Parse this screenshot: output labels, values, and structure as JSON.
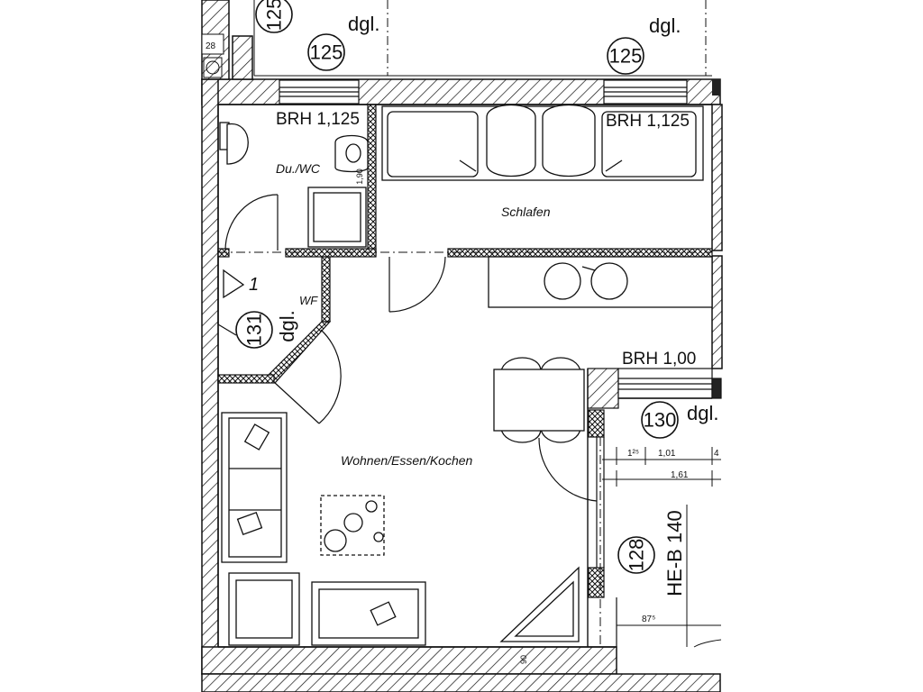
{
  "labels": {
    "dgl_top_left": "dgl.",
    "dgl_top_right": "dgl.",
    "dgl_left": "dgl.",
    "dgl_right": "dgl.",
    "circle_125_a": "125",
    "circle_125_b": "125",
    "circle_125_c": "125",
    "circle_131": "131",
    "circle_130": "130",
    "circle_128": "128",
    "brh_left": "BRH 1,125",
    "brh_right": "BRH 1,125",
    "brh_lower": "BRH 1,00",
    "room_bath": "Du./WC",
    "room_sleep": "Schlafen",
    "room_living": "Wohnen/Essen/Kochen",
    "wf": "WF",
    "he_b": "HE-B 140",
    "num_28": "28",
    "num_190": "1,90",
    "num_1": "1",
    "dim_125": "1²⁵",
    "dim_101": "1,01",
    "dim_4": "4",
    "dim_161": "1,61",
    "dim_875": "87⁵",
    "dim_90": "90"
  }
}
